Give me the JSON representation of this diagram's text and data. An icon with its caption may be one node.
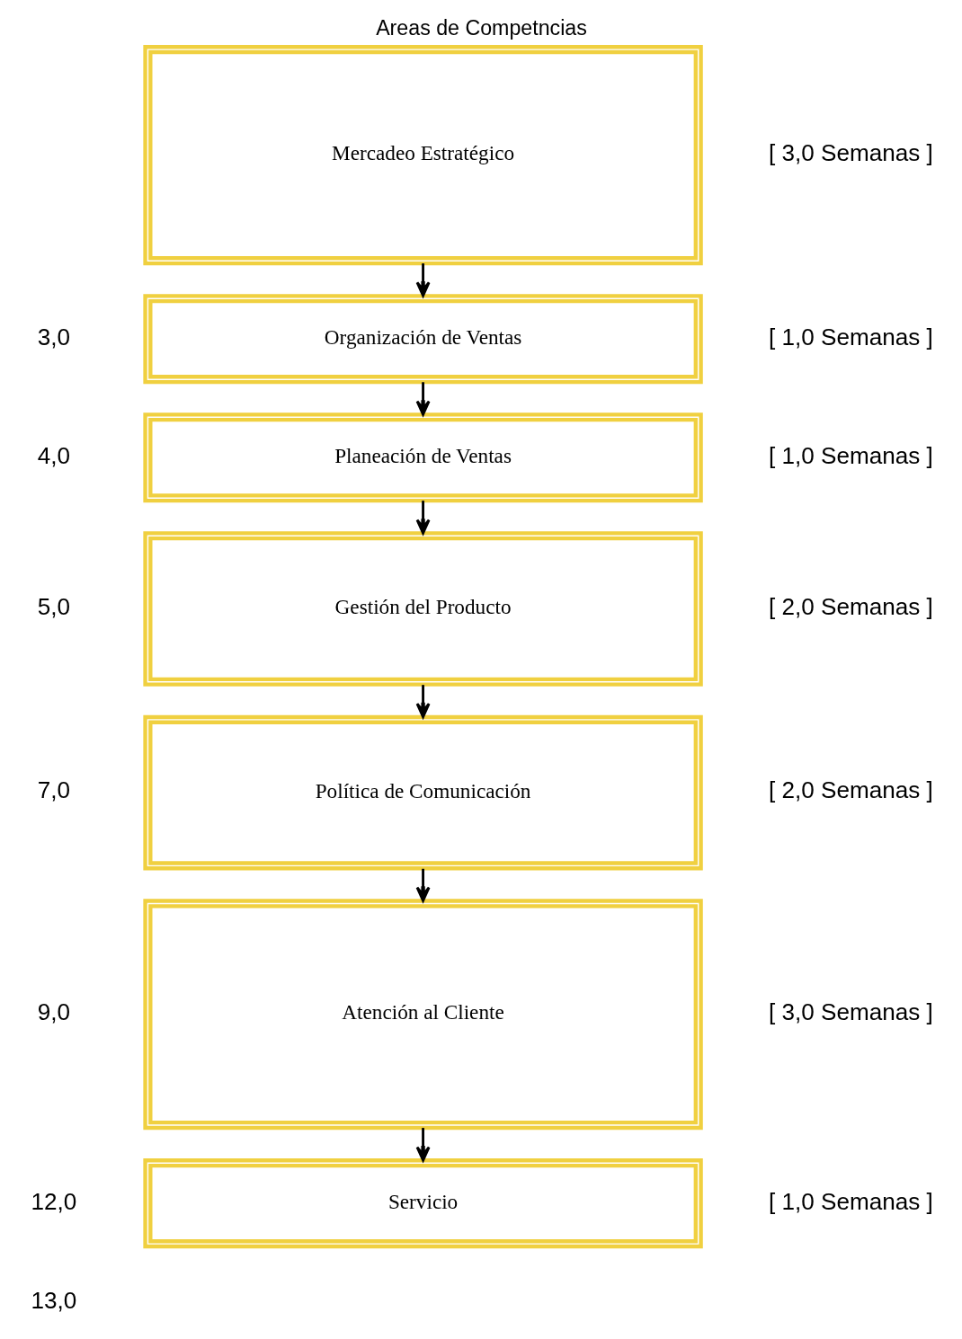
{
  "diagram": {
    "title": "Areas de Competncias",
    "nodes": [
      {
        "text": [
          "Mercadeo Estratégico"
        ],
        "beside": [
          "[ 3,0 Semanas ]"
        ]
      },
      {
        "text": [
          "Organización de Ventas"
        ],
        "beside": [
          "[ 1,0 Semanas ]"
        ]
      },
      {
        "text": [
          "Planeación de Ventas"
        ],
        "beside": [
          "[ 1,0 Semanas ]"
        ]
      },
      {
        "text": [
          "Gestión del Producto"
        ],
        "beside": [
          "[ 2,0 Semanas ]"
        ]
      },
      {
        "text": [
          "Política de Comunicación"
        ],
        "beside": [
          "[ 2,0 Semanas ]"
        ]
      },
      {
        "text": [
          "Atención al Cliente"
        ],
        "beside": [
          "[ 3,0 Semanas ]"
        ]
      },
      {
        "text": [
          "Servicio"
        ],
        "beside": [
          "[ 1,0 Semanas ]"
        ]
      }
    ],
    "edges": [
      {
        "from": 0,
        "to": 1,
        "arrow": "to"
      },
      {
        "from": 1,
        "to": 2,
        "arrow": "to"
      },
      {
        "from": 2,
        "to": 3,
        "arrow": "to"
      },
      {
        "from": 3,
        "to": 4,
        "arrow": "to"
      },
      {
        "from": 4,
        "to": 5,
        "arrow": "to"
      },
      {
        "from": 5,
        "to": 6,
        "arrow": "to"
      }
    ],
    "labels": [
      "3,0",
      "4,0",
      "5,0",
      "7,0",
      "9,0",
      "12,0",
      "13,0"
    ]
  }
}
